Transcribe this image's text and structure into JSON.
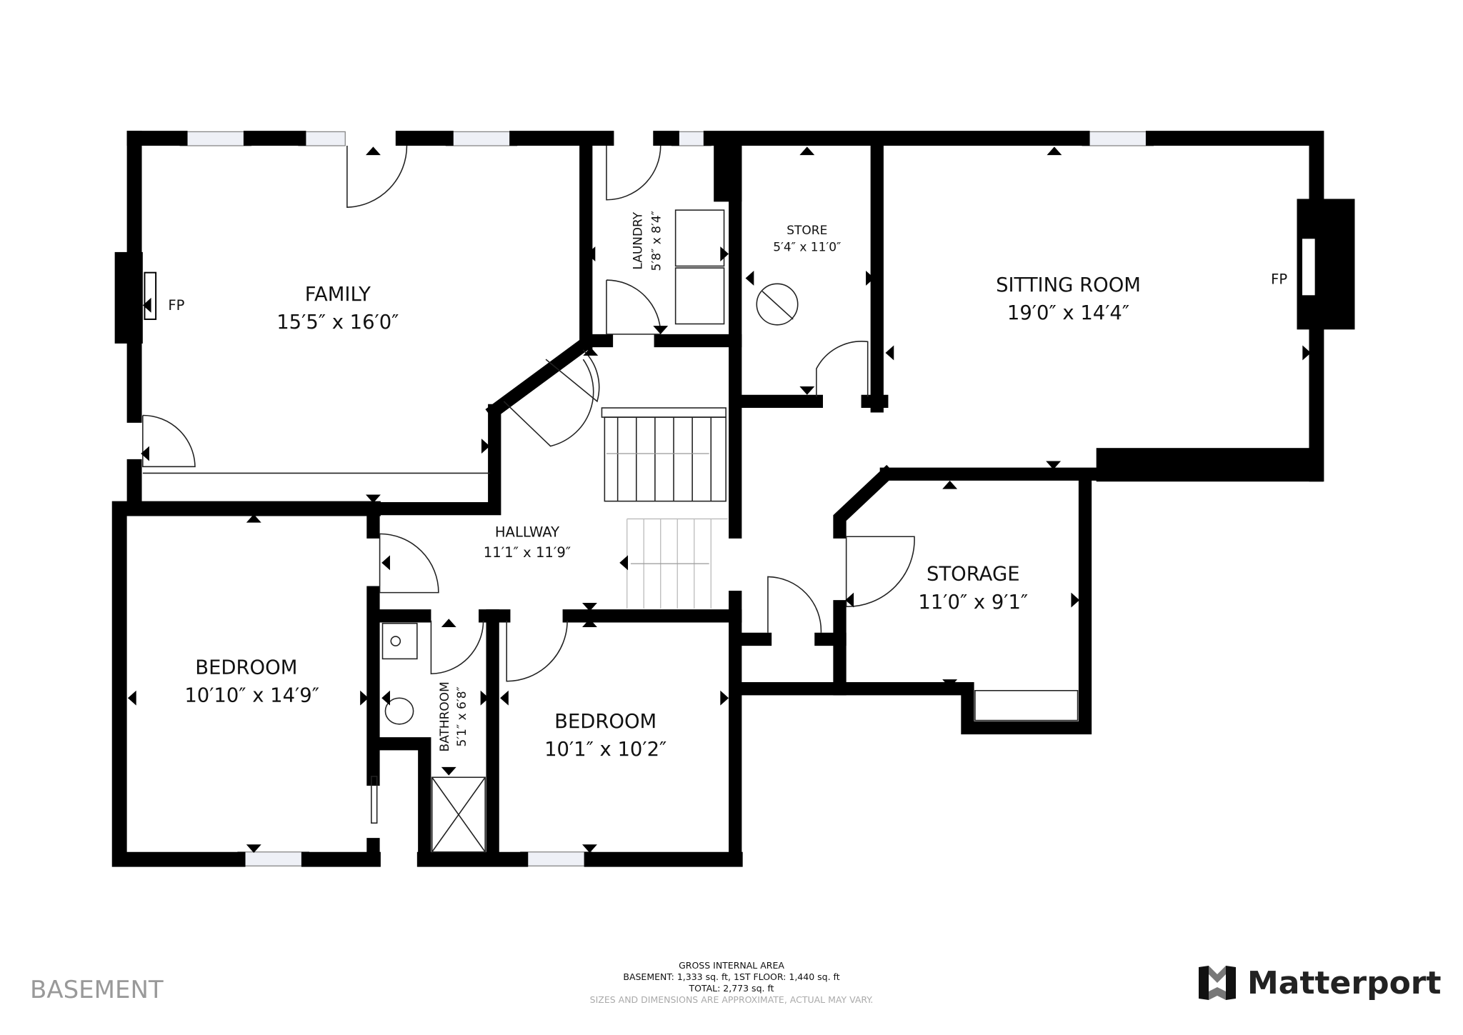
{
  "floor_name": "BASEMENT",
  "rooms": {
    "family": {
      "name": "FAMILY",
      "size": "15′5″ x 16′0″"
    },
    "laundry": {
      "name": "LAUNDRY",
      "size": "5′8″ x 8′4″"
    },
    "store": {
      "name": "STORE",
      "size": "5′4″ x 11′0″"
    },
    "sitting": {
      "name": "SITTING ROOM",
      "size": "19′0″ x 14′4″"
    },
    "hallway": {
      "name": "HALLWAY",
      "size": "11′1″ x 11′9″"
    },
    "storage": {
      "name": "STORAGE",
      "size": "11′0″ x 9′1″"
    },
    "bedroom1": {
      "name": "BEDROOM",
      "size": "10′10″ x 14′9″"
    },
    "bedroom2": {
      "name": "BEDROOM",
      "size": "10′1″ x 10′2″"
    },
    "bathroom": {
      "name": "BATHROOM",
      "size": "5′1″ x 6′8″"
    }
  },
  "fireplace_label_left": "FP",
  "fireplace_label_right": "FP",
  "footer": {
    "heading": "GROSS INTERNAL AREA",
    "areas": "BASEMENT: 1,333 sq. ft, 1ST FLOOR: 1,440 sq. ft",
    "total": "TOTAL: 2,773 sq. ft",
    "disclaimer": "SIZES AND DIMENSIONS ARE APPROXIMATE, ACTUAL MAY VARY."
  },
  "brand": "Matterport"
}
